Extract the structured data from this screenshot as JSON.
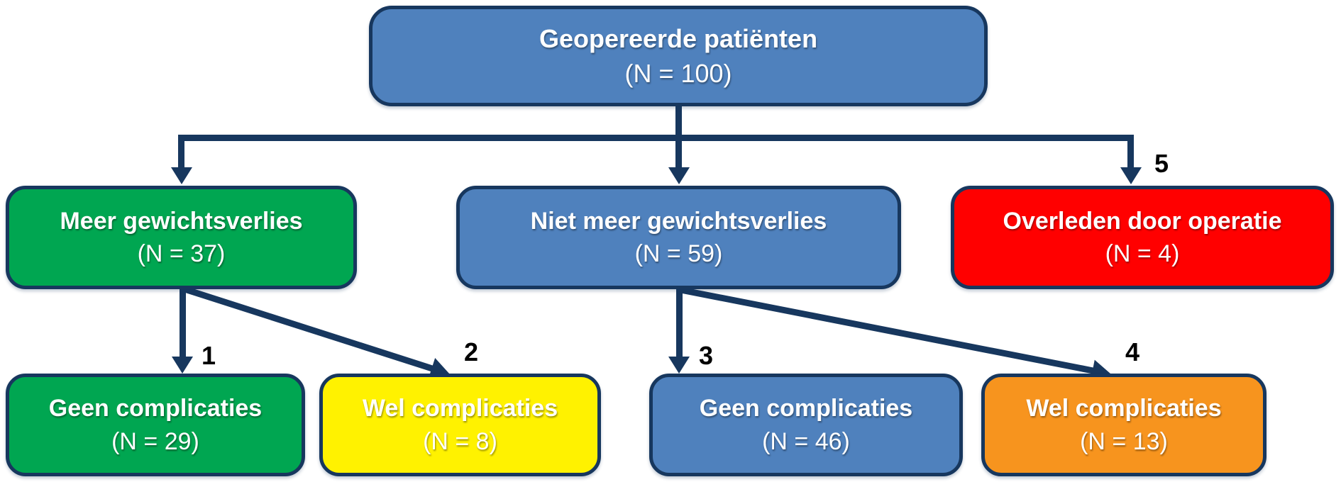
{
  "diagram_title": "Geopereerde patiënten flowchart",
  "colors": {
    "connector": "#17375E",
    "blue": "#4F81BD",
    "green": "#00A651",
    "red": "#FF0000",
    "yellow": "#FFF200",
    "orange": "#F7941E",
    "text": "#FFFFFF",
    "edge_label_text": "#000000"
  },
  "nodes": [
    {
      "id": "root",
      "line1": "Geopereerde patiënten",
      "line2": "(N = 100)",
      "n": 100,
      "fill": "blue"
    },
    {
      "id": "meer",
      "line1": "Meer gewichtsverlies",
      "line2": "(N = 37)",
      "n": 37,
      "fill": "green"
    },
    {
      "id": "niet-meer",
      "line1": "Niet meer gewichtsverlies",
      "line2": "(N = 59)",
      "n": 59,
      "fill": "blue"
    },
    {
      "id": "overleden",
      "line1": "Overleden door operatie",
      "line2": "(N = 4)",
      "n": 4,
      "fill": "red"
    },
    {
      "id": "geen-comp-meer",
      "line1": "Geen complicaties",
      "line2": "(N = 29)",
      "n": 29,
      "fill": "green"
    },
    {
      "id": "wel-comp-meer",
      "line1": "Wel complicaties",
      "line2": "(N = 8)",
      "n": 8,
      "fill": "yellow"
    },
    {
      "id": "geen-comp-niet",
      "line1": "Geen complicaties",
      "line2": "(N = 46)",
      "n": 46,
      "fill": "blue"
    },
    {
      "id": "wel-comp-niet",
      "line1": "Wel complicaties",
      "line2": "(N = 13)",
      "n": 13,
      "fill": "orange"
    }
  ],
  "edge_labels": [
    "1",
    "2",
    "3",
    "4",
    "5"
  ]
}
